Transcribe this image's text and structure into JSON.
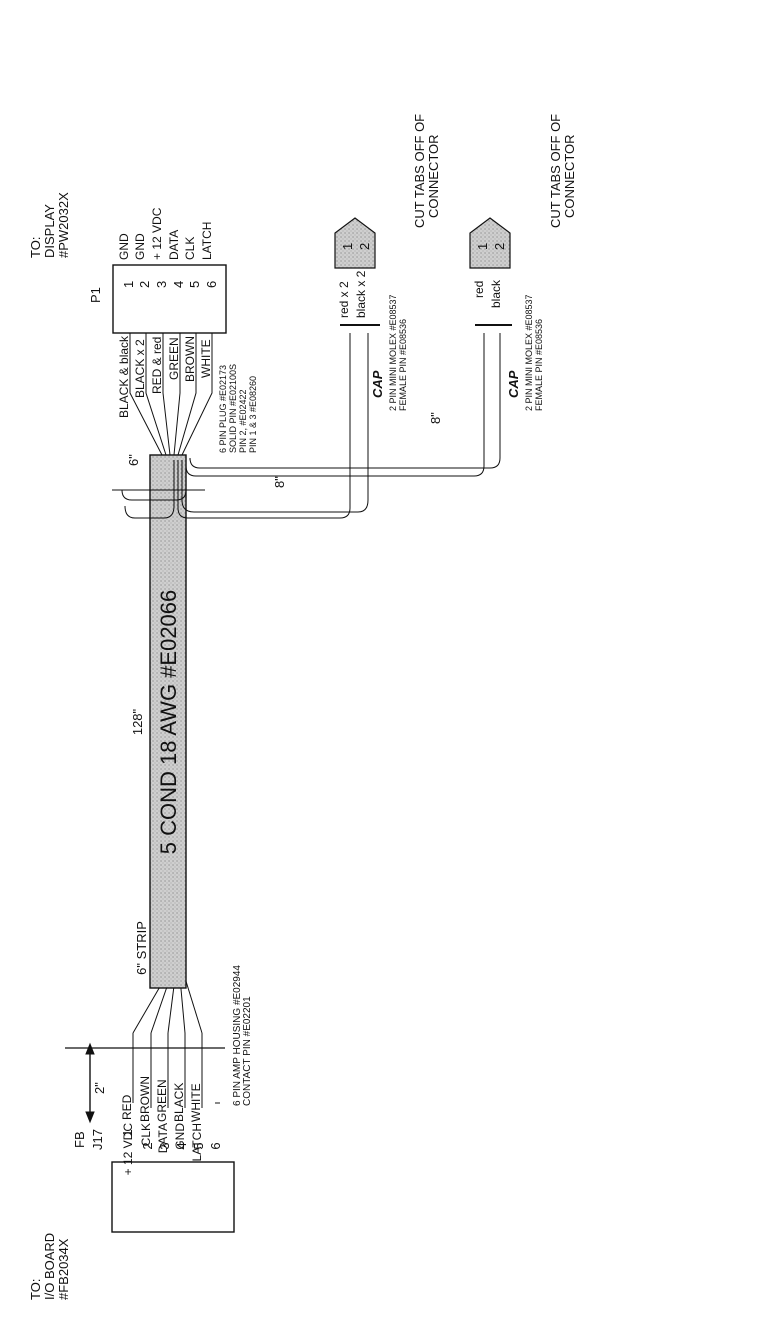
{
  "io_board": {
    "to": "TO:",
    "name": "I/O BOARD",
    "part": "#FB2034X"
  },
  "display": {
    "to": "TO:",
    "name": "DISPLAY",
    "part": "#PW2032X"
  },
  "j17": {
    "fb_label": "FB",
    "label": "J17",
    "signals": [
      "+ 12 VDC",
      "CLK",
      "DATA",
      "GND",
      "LATCH",
      ""
    ],
    "pins": [
      "1",
      "2",
      "3",
      "4",
      "5",
      "6"
    ],
    "wires": [
      "RED",
      "BROWN",
      "GREEN",
      "BLACK",
      "WHITE"
    ],
    "dim": "2\"",
    "note_1": "6 PIN AMP HOUSING #E02944",
    "note_2": "CONTACT PIN #E02201"
  },
  "cable": {
    "label": "5 COND 18 AWG #E02066",
    "length": "128\"",
    "strip": "6\" STRIP"
  },
  "p1": {
    "label": "P1",
    "pins": [
      "1",
      "2",
      "3",
      "4",
      "5",
      "6"
    ],
    "signals": [
      "GND",
      "GND",
      "+ 12 VDC",
      "DATA",
      "CLK",
      "LATCH"
    ],
    "wires": [
      "BLACK & black",
      "BLACK x 2",
      "RED & red",
      "GREEN",
      "BROWN",
      "WHITE"
    ],
    "dim": "6\"",
    "note_1": "6 PIN PLUG #E02173",
    "note_2": "SOLID PIN #E02100S",
    "note_3": "PIN 2, #E02422",
    "note_4": "PIN 1 & 3 #E08260"
  },
  "branch_dim_1": "8\"",
  "branch_dim_2": "8\"",
  "connector_a": {
    "pins": [
      "1",
      "2"
    ],
    "wires": [
      "red x 2",
      "black x 2"
    ],
    "cap": "CAP",
    "note_1": "2 PIN MINI MOLEX #E08537",
    "note_2": "FEMALE PIN #E08536",
    "cut_1": "CUT TABS OFF OF",
    "cut_2": "CONNECTOR"
  },
  "connector_b": {
    "pins": [
      "1",
      "2"
    ],
    "wires": [
      "red",
      "black"
    ],
    "cap": "CAP",
    "note_1": "2 PIN MINI MOLEX #E08537",
    "note_2": "FEMALE PIN #E08536",
    "cut_1": "CUT TABS OFF OF",
    "cut_2": "CONNECTOR"
  }
}
